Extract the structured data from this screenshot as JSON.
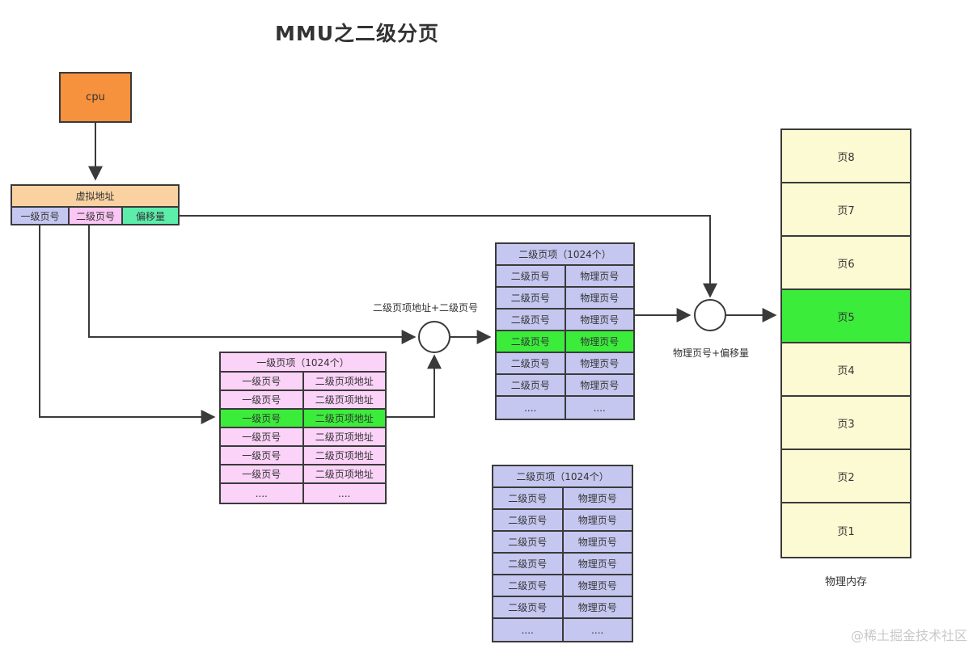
{
  "title": "MMU之二级分页",
  "cpu": {
    "label": "cpu"
  },
  "virtual_address": {
    "header": "虚拟地址",
    "fields": [
      {
        "label": "一级页号"
      },
      {
        "label": "二级页号"
      },
      {
        "label": "偏移量"
      }
    ]
  },
  "labels": {
    "sum1": "二级页项地址+二级页号",
    "sum2": "物理页号+偏移量"
  },
  "page_table_l1": {
    "header": "一级页项（1024个）",
    "rows": [
      [
        "一级页号",
        "二级页项地址"
      ],
      [
        "一级页号",
        "二级页项地址"
      ],
      [
        "一级页号",
        "二级页项地址"
      ],
      [
        "一级页号",
        "二级页项地址"
      ],
      [
        "一级页号",
        "二级页项地址"
      ],
      [
        "一级页号",
        "二级页项地址"
      ],
      [
        "....",
        "...."
      ]
    ],
    "highlight_index": 2
  },
  "page_table_l2_top": {
    "header": "二级页项（1024个）",
    "rows": [
      [
        "二级页号",
        "物理页号"
      ],
      [
        "二级页号",
        "物理页号"
      ],
      [
        "二级页号",
        "物理页号"
      ],
      [
        "二级页号",
        "物理页号"
      ],
      [
        "二级页号",
        "物理页号"
      ],
      [
        "二级页号",
        "物理页号"
      ],
      [
        "....",
        "...."
      ]
    ],
    "highlight_index": 3
  },
  "page_table_l2_bottom": {
    "header": "二级页项（1024个）",
    "rows": [
      [
        "二级页号",
        "物理页号"
      ],
      [
        "二级页号",
        "物理页号"
      ],
      [
        "二级页号",
        "物理页号"
      ],
      [
        "二级页号",
        "物理页号"
      ],
      [
        "二级页号",
        "物理页号"
      ],
      [
        "二级页号",
        "物理页号"
      ],
      [
        "....",
        "...."
      ]
    ],
    "highlight_index": -1
  },
  "physical_memory": {
    "pages": [
      "页8",
      "页7",
      "页6",
      "页5",
      "页4",
      "页3",
      "页2",
      "页1"
    ],
    "highlight_index": 3,
    "label": "物理内存"
  },
  "watermark": "@稀土掘金技术社区",
  "colors": {
    "cpu_fill": "#f6913d",
    "va_header_fill": "#fad2a2",
    "field_l1_fill": "#c6c7f0",
    "field_l2_fill": "#fac6f3",
    "field_offset_fill": "#5cedab",
    "table_l1_fill": "#fbd2f8",
    "table_l2_fill": "#c6c7f0",
    "highlight_fill": "#3bec3b",
    "memory_fill": "#fcfad3",
    "line_color": "#3a3a3a",
    "watermark_color": "#c9c9c9"
  }
}
